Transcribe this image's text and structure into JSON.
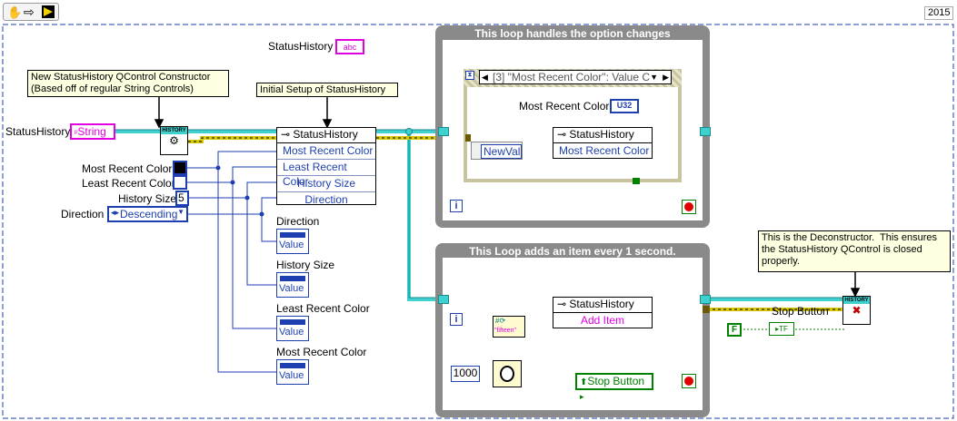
{
  "toolbar": {
    "icons": [
      "hand-icon",
      "arrow-icon",
      "run-icon"
    ],
    "version": "2015"
  },
  "diagram": {
    "status_history_indicator_label": "StatusHistory",
    "constructor_note": "New StatusHistory QControl Constructor\n(Based off of regular String Controls)",
    "initial_setup_note": "Initial Setup of StatusHistory",
    "deconstructor_note": "This is the Deconstructor.  This ensures\nthe StatusHistory QControl is closed\nproperly.",
    "status_history_control_label": "StatusHistory",
    "status_history_control_value": "String",
    "constructor_icon_text": "HISTORY",
    "controls": [
      {
        "label": "Most Recent Color"
      },
      {
        "label": "Least Recent Color"
      },
      {
        "label": "History Size",
        "value": "5"
      },
      {
        "label": "Direction",
        "value": "Descending"
      }
    ],
    "property_node": {
      "title": "StatusHistory",
      "rows": [
        "Most Recent Color",
        "Least Recent Color",
        "History Size",
        "Direction"
      ]
    },
    "value_nodes": [
      {
        "label": "Direction",
        "text": "Value"
      },
      {
        "label": "History Size",
        "text": "Value"
      },
      {
        "label": "Least Recent Color",
        "text": "Value"
      },
      {
        "label": "Most Recent Color",
        "text": "Value"
      }
    ],
    "loop1": {
      "title": "This loop handles the option changes",
      "event_selector": "[3] \"Most Recent Color\": Value C",
      "most_recent_color_label": "Most Recent Color",
      "u32_label": "U32",
      "newval_label": "NewVal",
      "node_title": "StatusHistory",
      "node_row": "Most Recent Color",
      "iteration": "i"
    },
    "loop2": {
      "title": "This Loop adds an item every 1 second.",
      "iteration": "i",
      "format_text": "\"fifteen\"",
      "node_title": "StatusHistory",
      "node_row": "Add Item",
      "wait_value": "1000",
      "stop_button_local": "Stop Button"
    },
    "stop_button_label": "Stop Button",
    "false_constant": "F",
    "tf_label": "TF",
    "deconstructor_icon_text": "HISTORY",
    "string_type_label": "abc"
  },
  "colors": {
    "loop_gray": "#8a8a8a",
    "string_pink": "#e000e0",
    "numeric_blue": "#1d3fb0",
    "ref_cyan": "#3fd0d0",
    "note_yellow": "#ffffe1",
    "boolean_green": "#008000"
  }
}
